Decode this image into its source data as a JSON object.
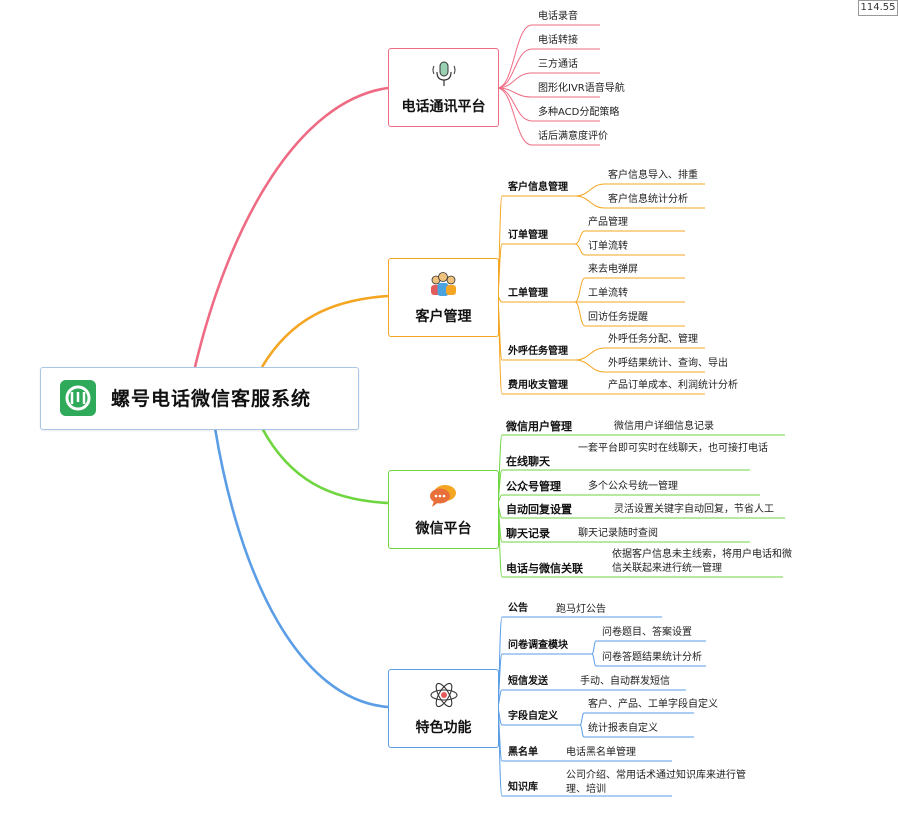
{
  "corner_label": "114.55",
  "root": {
    "title": "螺号电话微信客服系统",
    "logo": "luohao-logo-icon"
  },
  "colors": {
    "telephony": "#ef6b84",
    "customer": "#f4a623",
    "wechat": "#6fd640",
    "features": "#5b9ee6",
    "root_border": "#a9c7e5",
    "logo_green": "#2faa5a"
  },
  "categories": {
    "telephony": {
      "label": "电话通讯平台",
      "icon": "microphone-icon",
      "items": [
        "电话录音",
        "电话转接",
        "三方通话",
        "图形化IVR语音导航",
        "多种ACD分配策略",
        "话后满意度评价"
      ]
    },
    "customer": {
      "label": "客户管理",
      "icon": "people-icon",
      "groups": [
        {
          "label": "客户信息管理",
          "items": [
            "客户信息导入、排重",
            "客户信息统计分析"
          ]
        },
        {
          "label": "订单管理",
          "items": [
            "产品管理",
            "订单流转"
          ]
        },
        {
          "label": "工单管理",
          "items": [
            "来去电弹屏",
            "工单流转",
            "回访任务提醒"
          ]
        },
        {
          "label": "外呼任务管理",
          "items": [
            "外呼任务分配、管理",
            "外呼结果统计、查询、导出"
          ]
        },
        {
          "label": "费用收支管理",
          "items": [
            "产品订单成本、利润统计分析"
          ]
        }
      ]
    },
    "wechat": {
      "label": "微信平台",
      "icon": "chat-bubbles-icon",
      "groups": [
        {
          "label": "微信用户管理",
          "items": [
            "微信用户详细信息记录"
          ]
        },
        {
          "label": "在线聊天",
          "items": [
            "一套平台即可实时在线聊天，也可接打电话"
          ]
        },
        {
          "label": "公众号管理",
          "items": [
            "多个公众号统一管理"
          ]
        },
        {
          "label": "自动回复设置",
          "items": [
            "灵活设置关键字自动回复，节省人工"
          ]
        },
        {
          "label": "聊天记录",
          "items": [
            "聊天记录随时查阅"
          ]
        },
        {
          "label": "电话与微信关联",
          "items": [
            "依据客户信息未主线索，将用户电话和微信关联起来进行统一管理"
          ]
        }
      ]
    },
    "features": {
      "label": "特色功能",
      "icon": "atom-icon",
      "groups": [
        {
          "label": "公告",
          "items": [
            "跑马灯公告"
          ]
        },
        {
          "label": "问卷调查模块",
          "items": [
            "问卷题目、答案设置",
            "问卷答题结果统计分析"
          ]
        },
        {
          "label": "短信发送",
          "items": [
            "手动、自动群发短信"
          ]
        },
        {
          "label": "字段自定义",
          "items": [
            "客户、产品、工单字段自定义",
            "统计报表自定义"
          ]
        },
        {
          "label": "黑名单",
          "items": [
            "电话黑名单管理"
          ]
        },
        {
          "label": "知识库",
          "items": [
            "公司介绍、常用话术通过知识库来进行管理、培训"
          ]
        }
      ]
    }
  }
}
